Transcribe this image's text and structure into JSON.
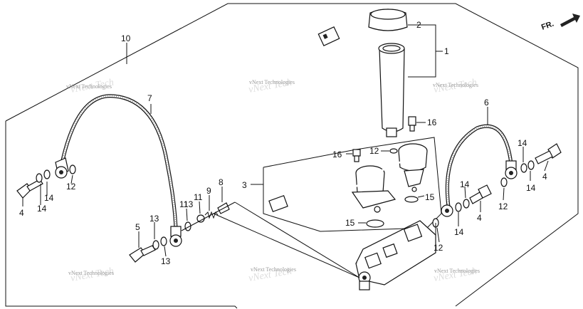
{
  "orientation_label": "FR.",
  "watermark": {
    "text": "vNext Technologies"
  },
  "callouts": [
    {
      "id": "c-1",
      "text": "1"
    },
    {
      "id": "c-2",
      "text": "2"
    },
    {
      "id": "c-3",
      "text": "3"
    },
    {
      "id": "c-4a",
      "text": "4"
    },
    {
      "id": "c-4b",
      "text": "4"
    },
    {
      "id": "c-4c",
      "text": "4"
    },
    {
      "id": "c-5",
      "text": "5"
    },
    {
      "id": "c-6",
      "text": "6"
    },
    {
      "id": "c-7",
      "text": "7"
    },
    {
      "id": "c-8",
      "text": "8"
    },
    {
      "id": "c-9",
      "text": "9"
    },
    {
      "id": "c-10",
      "text": "10"
    },
    {
      "id": "c-11a",
      "text": "11"
    },
    {
      "id": "c-11b",
      "text": "11"
    },
    {
      "id": "c-12a",
      "text": "12"
    },
    {
      "id": "c-12b",
      "text": "12"
    },
    {
      "id": "c-12c",
      "text": "12"
    },
    {
      "id": "c-12d",
      "text": "12"
    },
    {
      "id": "c-13a",
      "text": "13"
    },
    {
      "id": "c-13b",
      "text": "13"
    },
    {
      "id": "c-13c",
      "text": "13"
    },
    {
      "id": "c-14a",
      "text": "14"
    },
    {
      "id": "c-14b",
      "text": "14"
    },
    {
      "id": "c-14c",
      "text": "14"
    },
    {
      "id": "c-14d",
      "text": "14"
    },
    {
      "id": "c-14e",
      "text": "14"
    },
    {
      "id": "c-14f",
      "text": "14"
    },
    {
      "id": "c-15a",
      "text": "15"
    },
    {
      "id": "c-15b",
      "text": "15"
    },
    {
      "id": "c-16a",
      "text": "16"
    },
    {
      "id": "c-16b",
      "text": "16"
    }
  ]
}
